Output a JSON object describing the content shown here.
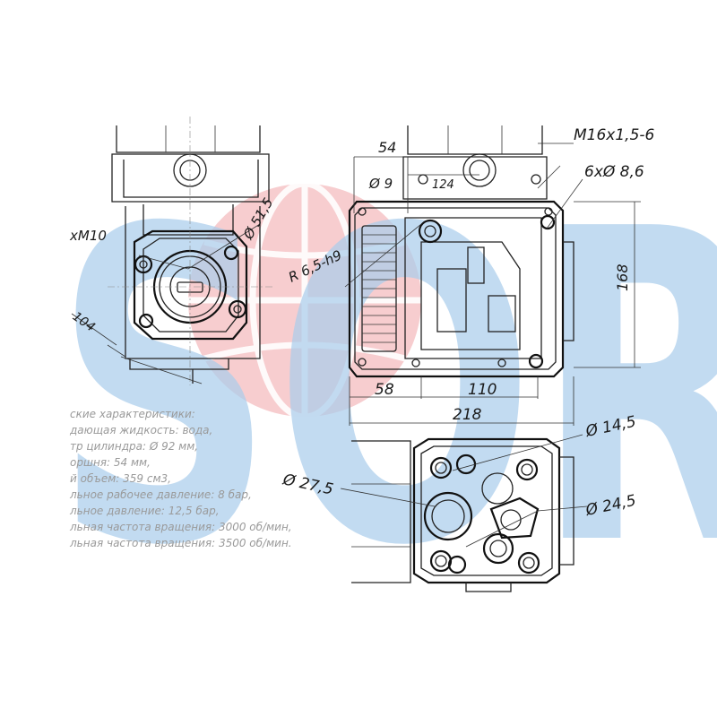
{
  "watermark": {
    "text": "SOR",
    "blue": "#a9cdec",
    "red": "#f2b5b8"
  },
  "dimensions": {
    "m10_thread": "xM10",
    "d51_5": "Ø 51,5",
    "d104": "104",
    "d54": "54",
    "d9": "Ø 9",
    "d124": "124",
    "m16_thread": "M16x1,5-6",
    "holes": "6xØ 8,6",
    "radius": "R 6,5-h9",
    "h168": "168",
    "d58": "58",
    "d110": "110",
    "d218": "218",
    "d14_5": "Ø 14,5",
    "d27_5": "Ø 27,5",
    "d24_5": "Ø 24,5"
  },
  "specs": [
    "ские характеристики:",
    "дающая жидкость: вода,",
    "тр цилиндра: Ø 92 мм,",
    "оршня: 54 мм,",
    "й объем: 359 см3,",
    "льное рабочее давление: 8 бар,",
    "льное давление: 12,5 бар,",
    "льная частота вращения: 3000 об/мин,",
    "льная частота вращения: 3500 об/мин."
  ]
}
